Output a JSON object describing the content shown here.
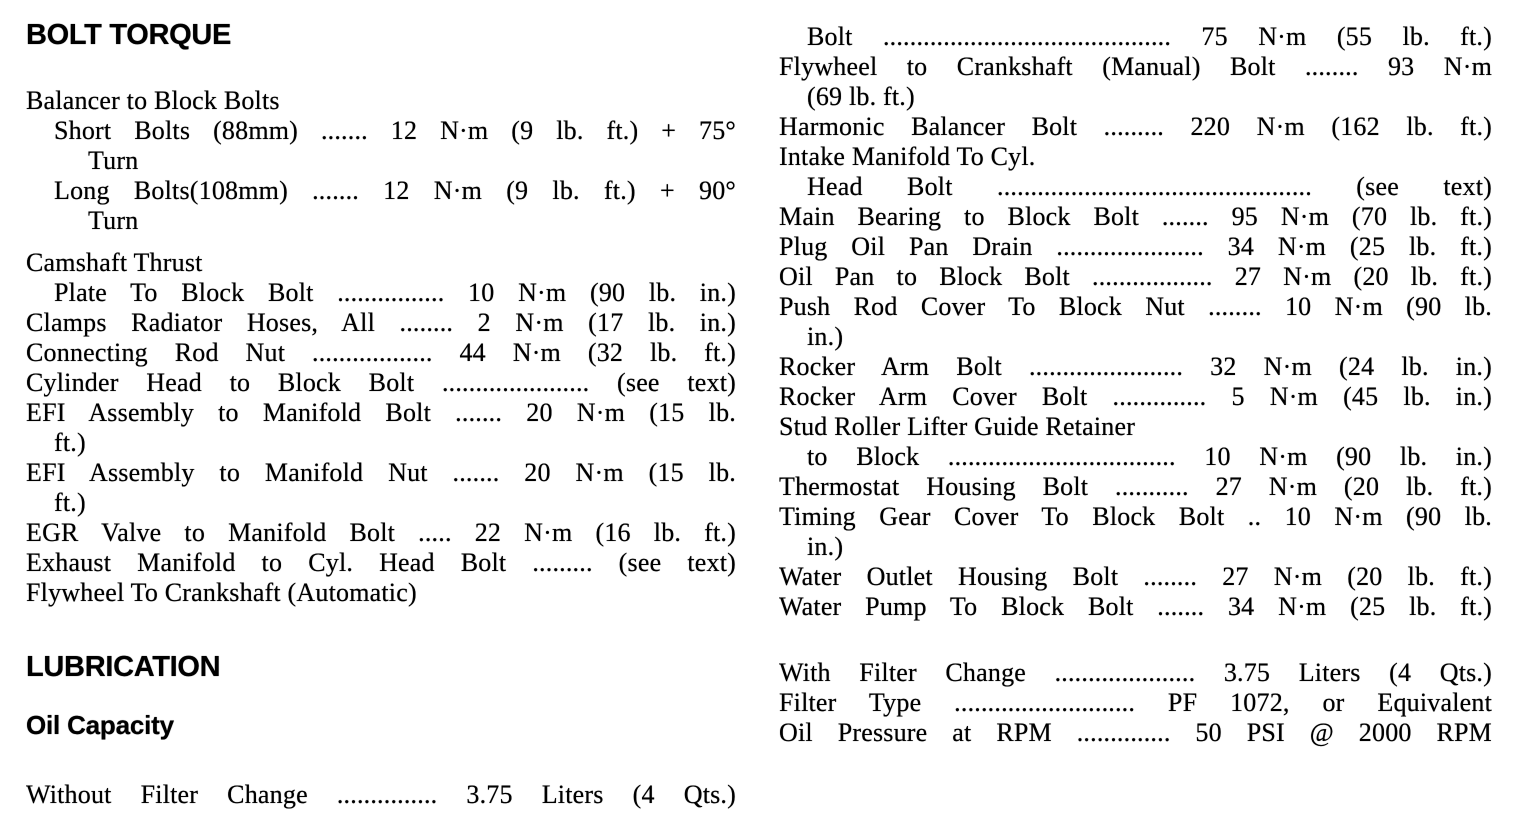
{
  "page": {
    "kind": "scanned-service-manual-specifications",
    "background_color": "#ffffff",
    "ink_color": "#000000"
  },
  "columns": {
    "left": {
      "blocks": [
        {
          "type": "heading",
          "text": "BOLT TORQUE"
        },
        {
          "type": "gap",
          "px": 36
        },
        {
          "type": "plain",
          "indent": 0,
          "text": "Balancer to Block Bolts"
        },
        {
          "type": "entry",
          "indent": 1,
          "text": "Short Bolts (88mm) ....... 12 N·m (9 lb. ft.) + 75°"
        },
        {
          "type": "plain",
          "indent": 2,
          "text": "Turn"
        },
        {
          "type": "entry",
          "indent": 1,
          "text": "Long Bolts(108mm) ....... 12 N·m (9 lb. ft.) + 90°"
        },
        {
          "type": "plain",
          "indent": 2,
          "text": "Turn"
        },
        {
          "type": "gap",
          "px": 12
        },
        {
          "type": "plain",
          "indent": 0,
          "text": "Camshaft Thrust"
        },
        {
          "type": "entry",
          "indent": 1,
          "text": "Plate To Block Bolt ................ 10 N·m (90 lb. in.)"
        },
        {
          "type": "entry",
          "indent": 0,
          "text": "Clamps Radiator Hoses, All ........ 2 N·m (17 lb. in.)"
        },
        {
          "type": "entry",
          "indent": 0,
          "text": "Connecting Rod Nut .................. 44 N·m (32 lb. ft.)"
        },
        {
          "type": "entry",
          "indent": 0,
          "text": "Cylinder Head to Block Bolt ...................... (see text)"
        },
        {
          "type": "entry",
          "indent": 0,
          "text": "EFI Assembly to Manifold Bolt ....... 20 N·m (15 lb."
        },
        {
          "type": "plain",
          "indent": 1,
          "text": "ft.)"
        },
        {
          "type": "entry",
          "indent": 0,
          "text": "EFI Assembly to Manifold Nut ....... 20 N·m (15 lb."
        },
        {
          "type": "plain",
          "indent": 1,
          "text": "ft.)"
        },
        {
          "type": "entry",
          "indent": 0,
          "text": "EGR Valve to Manifold Bolt ..... 22 N·m (16 lb. ft.)"
        },
        {
          "type": "entry",
          "indent": 0,
          "text": "Exhaust Manifold to Cyl. Head Bolt ......... (see text)"
        },
        {
          "type": "plain",
          "indent": 0,
          "text": "Flywheel To Crankshaft (Automatic)"
        },
        {
          "type": "gap",
          "px": 44
        },
        {
          "type": "heading",
          "text": "LUBRICATION"
        },
        {
          "type": "gap",
          "px": 28
        },
        {
          "type": "subheading",
          "text": "Oil Capacity"
        },
        {
          "type": "gap",
          "px": 40
        },
        {
          "type": "entry",
          "indent": 0,
          "text": "Without Filter Change ............... 3.75 Liters (4 Qts.)"
        }
      ]
    },
    "right": {
      "blocks": [
        {
          "type": "entry",
          "indent": 1,
          "text": "Bolt ........................................... 75 N·m (55 lb. ft.)"
        },
        {
          "type": "entry",
          "indent": 0,
          "text": "Flywheel to Crankshaft (Manual) Bolt ........ 93 N·m"
        },
        {
          "type": "plain",
          "indent": 1,
          "text": "(69 lb. ft.)"
        },
        {
          "type": "entry",
          "indent": 0,
          "text": "Harmonic Balancer Bolt ......... 220 N·m (162 lb. ft.)"
        },
        {
          "type": "plain",
          "indent": 0,
          "text": "Intake Manifold To Cyl."
        },
        {
          "type": "entry",
          "indent": 1,
          "text": "Head Bolt ............................................... (see text)"
        },
        {
          "type": "entry",
          "indent": 0,
          "text": "Main Bearing to Block Bolt ....... 95 N·m (70 lb. ft.)"
        },
        {
          "type": "entry",
          "indent": 0,
          "text": "Plug Oil Pan Drain ...................... 34 N·m (25 lb. ft.)"
        },
        {
          "type": "entry",
          "indent": 0,
          "text": "Oil Pan to Block Bolt .................. 27 N·m (20 lb. ft.)"
        },
        {
          "type": "entry",
          "indent": 0,
          "text": "Push Rod Cover To Block Nut ........ 10 N·m (90 lb."
        },
        {
          "type": "plain",
          "indent": 1,
          "text": "in.)"
        },
        {
          "type": "entry",
          "indent": 0,
          "text": "Rocker Arm Bolt ....................... 32 N·m (24 lb. in.)"
        },
        {
          "type": "entry",
          "indent": 0,
          "text": "Rocker Arm Cover Bolt .............. 5 N·m (45 lb. in.)"
        },
        {
          "type": "plain",
          "indent": 0,
          "text": "Stud Roller Lifter Guide Retainer"
        },
        {
          "type": "entry",
          "indent": 1,
          "text": "to Block .................................. 10 N·m (90 lb. in.)"
        },
        {
          "type": "entry",
          "indent": 0,
          "text": "Thermostat Housing Bolt ........... 27 N·m (20 lb. ft.)"
        },
        {
          "type": "entry",
          "indent": 0,
          "text": "Timing Gear Cover To Block Bolt .. 10 N·m (90 lb."
        },
        {
          "type": "plain",
          "indent": 1,
          "text": "in.)"
        },
        {
          "type": "entry",
          "indent": 0,
          "text": "Water Outlet Housing Bolt ........ 27 N·m (20 lb. ft.)"
        },
        {
          "type": "entry",
          "indent": 0,
          "text": "Water Pump To Block Bolt ....... 34 N·m (25 lb. ft.)"
        },
        {
          "type": "gap",
          "px": 36
        },
        {
          "type": "entry",
          "indent": 0,
          "text": "With Filter Change ..................... 3.75 Liters (4 Qts.)"
        },
        {
          "type": "entry",
          "indent": 0,
          "text": "Filter Type ........................... PF 1072, or Equivalent"
        },
        {
          "type": "entry",
          "indent": 0,
          "text": "Oil Pressure at RPM .............. 50 PSI @ 2000 RPM"
        }
      ]
    }
  }
}
